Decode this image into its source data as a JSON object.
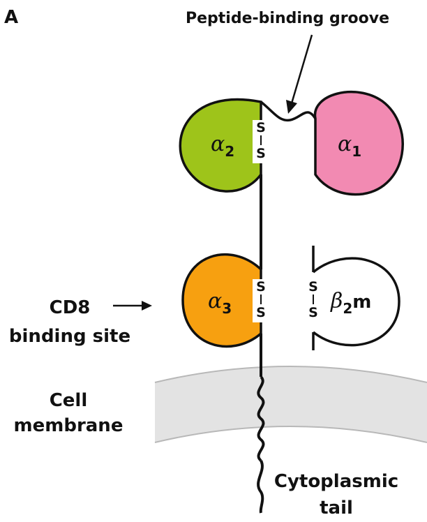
{
  "panel_label": "A",
  "labels": {
    "groove": "Peptide-binding groove",
    "cd8_line1": "CD8",
    "cd8_line2": "binding site",
    "membrane_line1": "Cell",
    "membrane_line2": "membrane",
    "tail_line1": "Cytoplasmic",
    "tail_line2": "tail"
  },
  "domains": {
    "alpha1": {
      "symbol": "α",
      "sub": "1",
      "color": "#f28ab2"
    },
    "alpha2": {
      "symbol": "α",
      "sub": "2",
      "color": "#9ec41a"
    },
    "alpha3": {
      "symbol": "α",
      "sub": "3",
      "color": "#f7a010"
    },
    "beta2m": {
      "symbol": "β",
      "sub": "2",
      "suffix": "m",
      "color": "#ffffff"
    }
  },
  "disulfide": {
    "letter": "S"
  },
  "colors": {
    "membrane": "#e3e3e3",
    "membrane_edge": "#b8b8b8",
    "line": "#111111"
  }
}
